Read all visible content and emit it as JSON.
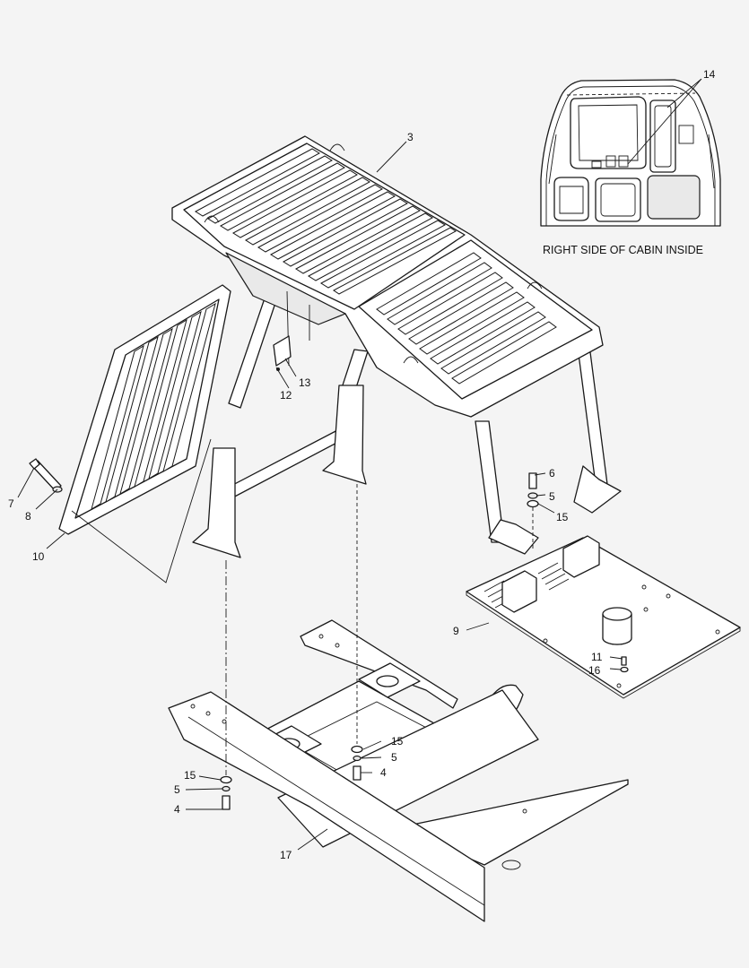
{
  "inset": {
    "caption": "RIGHT SIDE OF CABIN INSIDE"
  },
  "callouts": {
    "c3": "3",
    "c4a": "4",
    "c4b": "4",
    "c5a": "5",
    "c5b": "5",
    "c5c": "5",
    "c6": "6",
    "c7": "7",
    "c8": "8",
    "c9": "9",
    "c10": "10",
    "c11": "11",
    "c12": "12",
    "c13": "13",
    "c14": "14",
    "c15a": "15",
    "c15b": "15",
    "c15c": "15",
    "c16": "16",
    "c17": "17"
  }
}
